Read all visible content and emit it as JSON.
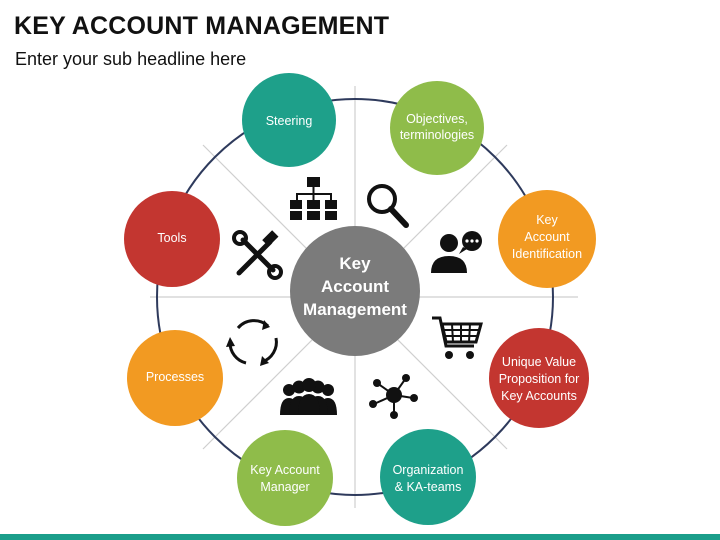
{
  "header": {
    "title": "KEY ACCOUNT MANAGEMENT",
    "subtitle": "Enter your sub headline here"
  },
  "center": {
    "lines": [
      "Key",
      "Account",
      "Management"
    ],
    "color": "#7b7b7b"
  },
  "colors": {
    "teal": "#1ea08a",
    "green": "#8fbc4a",
    "orange": "#f29a22",
    "red": "#c33630",
    "ring": "#2e3a5c",
    "divider": "#cfcfcf",
    "icon": "#111111",
    "footer_bar": "#1b9e8a"
  },
  "nodes": [
    {
      "id": "steering",
      "lines": [
        "Steering"
      ],
      "color": "#1ea08a",
      "icon": "org-chart-icon"
    },
    {
      "id": "objectives",
      "lines": [
        "Objectives,",
        "terminologies"
      ],
      "color": "#8fbc4a",
      "icon": "magnifier-icon"
    },
    {
      "id": "key-account-identification",
      "lines": [
        "Key",
        "Account",
        "Identification"
      ],
      "color": "#f29a22",
      "icon": "user-chat-icon"
    },
    {
      "id": "unique-value-proposition",
      "lines": [
        "Unique Value",
        "Proposition for",
        "Key Accounts"
      ],
      "color": "#c33630",
      "icon": "shopping-cart-icon"
    },
    {
      "id": "organization",
      "lines": [
        "Organization",
        "& KA-teams"
      ],
      "color": "#1ea08a",
      "icon": "network-icon"
    },
    {
      "id": "key-account-manager",
      "lines": [
        "Key Account",
        "Manager"
      ],
      "color": "#8fbc4a",
      "icon": "team-icon"
    },
    {
      "id": "processes",
      "lines": [
        "Processes"
      ],
      "color": "#f29a22",
      "icon": "cycle-arrows-icon"
    },
    {
      "id": "tools",
      "lines": [
        "Tools"
      ],
      "color": "#c33630",
      "icon": "tools-icon"
    }
  ]
}
